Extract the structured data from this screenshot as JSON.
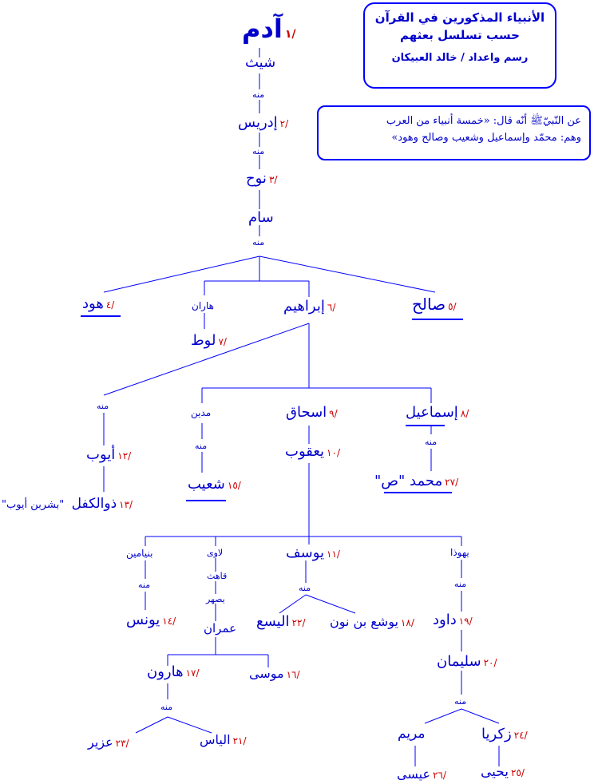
{
  "title": {
    "line1": "الأنبياء المذكورين في القرآن",
    "line2": "حسب تسلسل بعثهم",
    "line3": "رسم واعداد / خالد العبيكان"
  },
  "hadith": {
    "line1": "عن النّبيّﷺ أنّه قال: «خمسة أنبياء من العرب",
    "line2": "وهم: محمّد وإسماعيل وشعيب وصالح وهود»"
  },
  "colors": {
    "text": "#0000cc",
    "number": "#cc0000",
    "line": "#0000ff"
  },
  "labels": {
    "adam": "آدم",
    "adam_n": "/١",
    "sheeth": "شيث",
    "minhu": "منه",
    "idris": "إدريس",
    "idris_n": "/٢",
    "nuh": "نوح",
    "nuh_n": "/٣",
    "sam": "سام",
    "hud": "هود",
    "hud_n": "/٤",
    "haran": "هاران",
    "ibrahim": "إبراهيم",
    "ibrahim_n": "/٦",
    "salih": "صالح",
    "salih_n": "/٥",
    "lut": "لوط",
    "lut_n": "/٧",
    "madyan": "مدين",
    "ishaq": "اسحاق",
    "ishaq_n": "/٩",
    "ismail": "إسماعيل",
    "ismail_n": "/٨",
    "ayyub": "أيوب",
    "ayyub_n": "/١٢",
    "shuayb": "شعيب",
    "shuayb_n": "/١٥",
    "yaqub": "يعقوب",
    "yaqub_n": "/١٠",
    "muhammad": "محمد \"ص\"",
    "muhammad_n": "/٢٧",
    "dhulkifl": "ذوالكفل",
    "dhulkifl_n": "/١٣",
    "dhulkifl_note": "\"بشربن أيوب\"",
    "binyamin": "بنيامين",
    "lawi": "لاوى",
    "yusuf": "يوسف",
    "yusuf_n": "/١١",
    "yahudha": "يهوذا",
    "qahith": "قاهث",
    "yashar": "يصهر",
    "imran": "عمران",
    "yunus": "يونس",
    "yunus_n": "/١٤",
    "alyasa": "اليسع",
    "alyasa_n": "/٢٢",
    "yusha": "يوشع بن نون",
    "yusha_n": "/١٨",
    "dawud": "داود",
    "dawud_n": "/١٩",
    "sulayman": "سليمان",
    "sulayman_n": "/٢٠",
    "harun": "هارون",
    "harun_n": "/١٧",
    "musa": "موسى",
    "musa_n": "/١٦",
    "zakariya": "زكريا",
    "zakariya_n": "/٢٤",
    "maryam": "مريم",
    "uzayr": "عزير",
    "uzayr_n": "/٢٣",
    "ilyas": "الياس",
    "ilyas_n": "/٢١",
    "isa": "عيسى",
    "isa_n": "/٢٦",
    "yahya": "يحيى",
    "yahya_n": "/٢٥"
  }
}
